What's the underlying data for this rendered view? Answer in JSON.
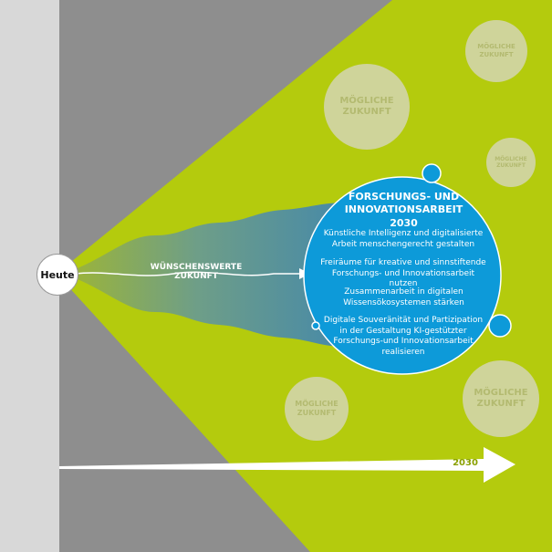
{
  "start_label": "Heute",
  "path_label": "WÜNSCHENSWERTE ZUKUNFT",
  "timeline_label": "2030",
  "possible_future_label": "MÖGLICHE ZUKUNFT",
  "goal": {
    "title": "FORSCHUNGS- UND INNOVATIONSARBEIT 2030",
    "items": [
      "Künstliche Intelligenz und digitalisierte Arbeit menschengerecht gestalten",
      "Freiräume für kreative und sinnstiftende Forschungs- und Innovationsarbeit nutzen",
      "Zusammenarbeit in digitalen Wissensökosystemen stärken",
      "Digitale Souveränität und Partizipation in der Gestaltung KI-gestützter Forschungs-und Innovationsarbeit realisieren"
    ]
  },
  "colors": {
    "green": "#b4cb0d",
    "blue": "#0d9ad9",
    "gray": "#8e8e8e",
    "light_gray": "#d8d8d8"
  }
}
